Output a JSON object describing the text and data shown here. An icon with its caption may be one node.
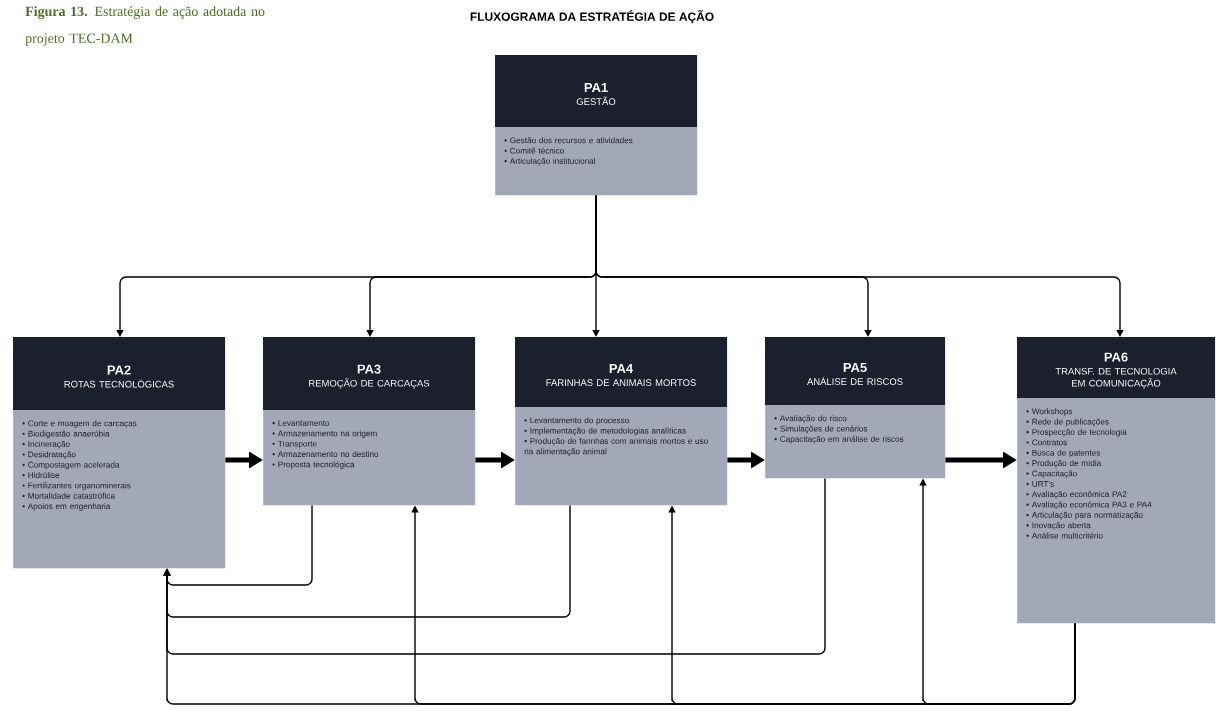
{
  "diagram": {
    "title": "FLUXOGRAMA DA ESTRATÉGIA DE AÇÃO",
    "caption": "**Figura 13.** Estratégia de ação adotada no projeto TEC-DAM",
    "nodes": [
      {
        "text": [
          "PA1",
          "GESTÃO",
          "• Gestão dos recursos e atividades",
          "• Comitê técnico",
          "• Articulação institucional"
        ]
      },
      {
        "text": [
          "PA2",
          "ROTAS TECNOLÓGICAS",
          "• Corte e moagem de carcaças",
          "• Biodigestão anaeróbia",
          "• Incineração",
          "• Desidratação",
          "• Compostagem acelerada",
          "• Hidrólise",
          "• Fertilizantes organominerais",
          "• Mortalidade catastrófica",
          "• Apoios em engenharia"
        ]
      },
      {
        "text": [
          "PA3",
          "REMOÇÃO DE CARCAÇAS",
          "• Levantamento",
          "• Armazenamento na origem",
          "• Transporte",
          "• Armazenamento no destino",
          "• Proposta tecnológica"
        ]
      },
      {
        "text": [
          "PA4",
          "FARINHAS DE ANIMAIS MORTOS",
          "• Levantamento do processo",
          "• Implementação de metodologias analíticas",
          "• Produção de farinhas com animais mortos e uso na alimentação animal"
        ]
      },
      {
        "text": [
          "PA5",
          "ANÁLISE DE RISCOS",
          "• Avaliação do risco",
          "• Simulações de cenários",
          "• Capacitação em análise de riscos"
        ]
      },
      {
        "text": [
          "PA6",
          "TRANSF. DE TECNOLOGIA EM COMUNICAÇÃO",
          "• Workshops",
          "• Rede de publicações",
          "• Prospecção de tecnologia",
          "• Contratos",
          "• Busca de patentes",
          "• Produção de mídia",
          "• Capacitação",
          "• URT’s",
          "• Avaliação econômica PA2",
          "• Avaliação econômica PA3 e PA4",
          "• Articulação para normatização",
          "• Inovação aberta",
          "• Análise multicritério"
        ]
      }
    ],
    "edges": [
      {
        "from": 0,
        "to": 1,
        "arrow": "to"
      },
      {
        "from": 0,
        "to": 2,
        "arrow": "to"
      },
      {
        "from": 0,
        "to": 3,
        "arrow": "to"
      },
      {
        "from": 0,
        "to": 4,
        "arrow": "to"
      },
      {
        "from": 0,
        "to": 5,
        "arrow": "to"
      },
      {
        "from": 1,
        "to": 2,
        "arrow": "to",
        "style": "thick"
      },
      {
        "from": 2,
        "to": 3,
        "arrow": "to",
        "style": "thick"
      },
      {
        "from": 3,
        "to": 4,
        "arrow": "to",
        "style": "thick"
      },
      {
        "from": 4,
        "to": 5,
        "arrow": "to",
        "style": "thick"
      },
      {
        "from": 2,
        "to": 1,
        "arrow": "to"
      },
      {
        "from": 3,
        "to": 1,
        "arrow": "to"
      },
      {
        "from": 4,
        "to": 1,
        "arrow": "to"
      },
      {
        "from": 5,
        "to": 1,
        "arrow": "to"
      },
      {
        "from": 5,
        "to": 2,
        "arrow": "to"
      },
      {
        "from": 5,
        "to": 3,
        "arrow": "to"
      },
      {
        "from": 5,
        "to": 4,
        "arrow": "to"
      }
    ]
  }
}
